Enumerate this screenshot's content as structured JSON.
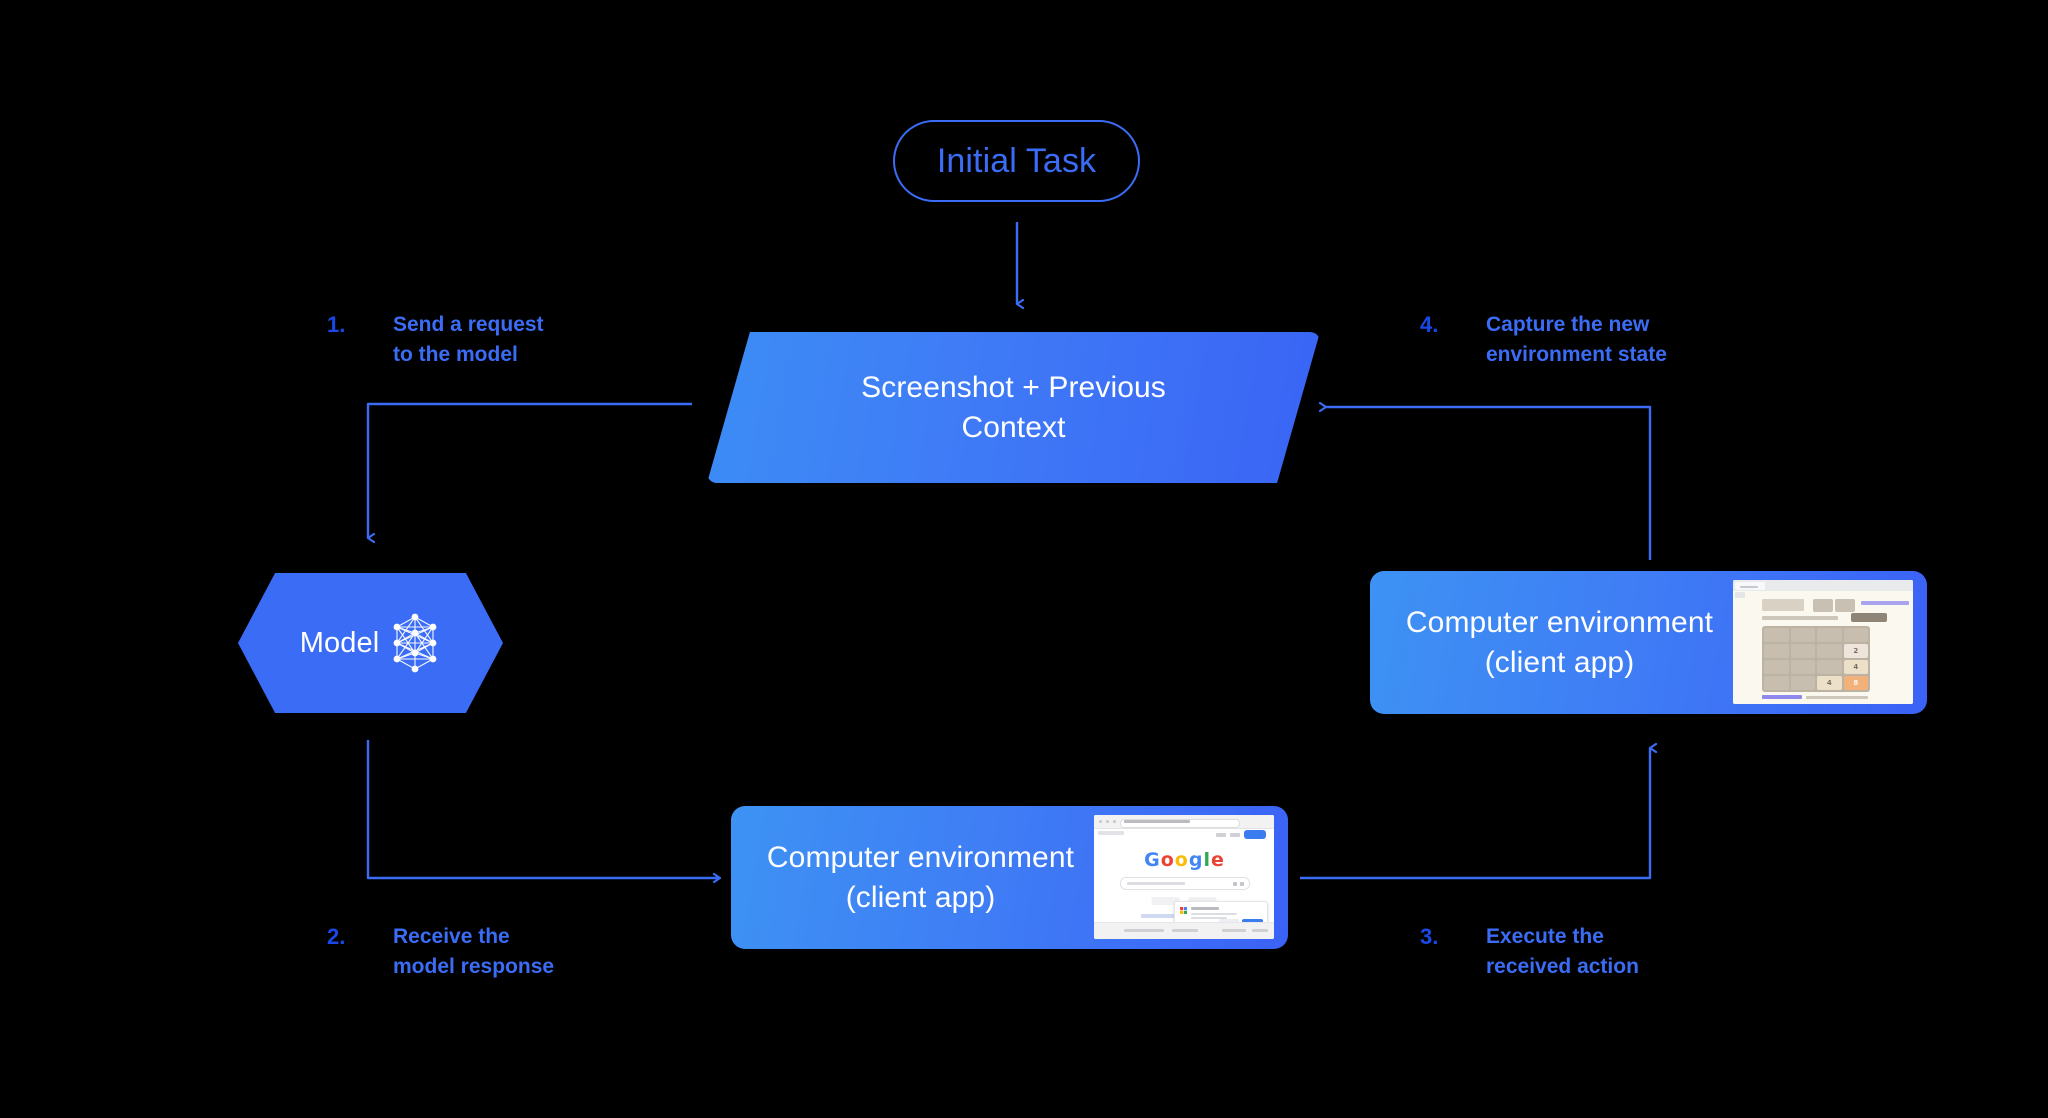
{
  "diagram": {
    "title_node": {
      "label": "Initial Task"
    },
    "context_node": {
      "line1": "Screenshot + Previous",
      "line2": "Context"
    },
    "model_node": {
      "label": "Model",
      "icon": "neural-network-icon"
    },
    "env_right": {
      "line1": "Computer environment",
      "line2": "(client app)",
      "thumbnail": "2048-game-screenshot"
    },
    "env_bottom": {
      "line1": "Computer environment",
      "line2": "(client app)",
      "thumbnail": "google-search-screenshot"
    },
    "steps": [
      {
        "num": "1.",
        "text": "Send a request\nto the model"
      },
      {
        "num": "2.",
        "text": "Receive the\nmodel response"
      },
      {
        "num": "3.",
        "text": "Execute the\nreceived action"
      },
      {
        "num": "4.",
        "text": "Capture the new\nenvironment state"
      }
    ],
    "colors": {
      "background": "#000000",
      "accent_blue": "#3b6cf6",
      "step_number": "#1a48e8",
      "node_gradient_start": "#3d92f4",
      "node_gradient_end": "#3b62f6",
      "text_on_node": "#ffffff"
    }
  },
  "thumbnails": {
    "google": {
      "logo_letters": [
        "G",
        "o",
        "o",
        "g",
        "l",
        "e"
      ],
      "logo_colors": [
        "#4285F4",
        "#EA4335",
        "#FBBC05",
        "#4285F4",
        "#34A853",
        "#EA4335"
      ]
    },
    "game_2048": {
      "tiles": [
        [
          "",
          "",
          "",
          ""
        ],
        [
          "",
          "",
          "",
          "2"
        ],
        [
          "",
          "",
          "",
          "4"
        ],
        [
          "",
          "",
          "4",
          "8"
        ]
      ]
    }
  }
}
